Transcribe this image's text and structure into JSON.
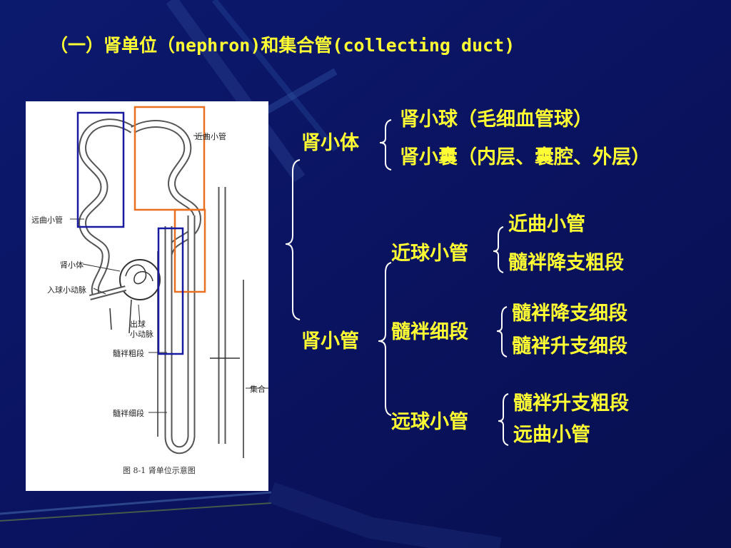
{
  "title": "（一）肾单位（nephron)和集合管(collecting duct)",
  "figure": {
    "caption": "图 8-1    肾单位示意图",
    "labels": {
      "proximal_convoluted": "近曲小管",
      "distal_convoluted": "远曲小管",
      "renal_corpuscle": "肾小体",
      "afferent_arteriole": "入球小动脉",
      "efferent_arteriole_1": "出球",
      "efferent_arteriole_2": "小动脉",
      "thick_segment": "髓袢粗段",
      "thin_segment": "髓袢细段",
      "collecting_partial": "集合"
    }
  },
  "tree": {
    "renal_corpuscle": {
      "label": "肾小体",
      "children": [
        "肾小球（毛细血管球）",
        "肾小囊（内层、囊腔、外层）"
      ]
    },
    "renal_tubule": {
      "label": "肾小管",
      "proximal": {
        "label": "近球小管",
        "children": [
          "近曲小管",
          "髓袢降支粗段"
        ]
      },
      "thin": {
        "label": "髓袢细段",
        "children": [
          "髓袢降支细段",
          "髓袢升支细段"
        ]
      },
      "distal": {
        "label": "远球小管",
        "children": [
          "髓袢升支粗段",
          "远曲小管"
        ]
      }
    }
  },
  "colors": {
    "background": "#0a1360",
    "text": "#ffff33",
    "brace": "#ffffff",
    "box_blue": "#1a1aa0",
    "box_orange": "#e87020"
  }
}
